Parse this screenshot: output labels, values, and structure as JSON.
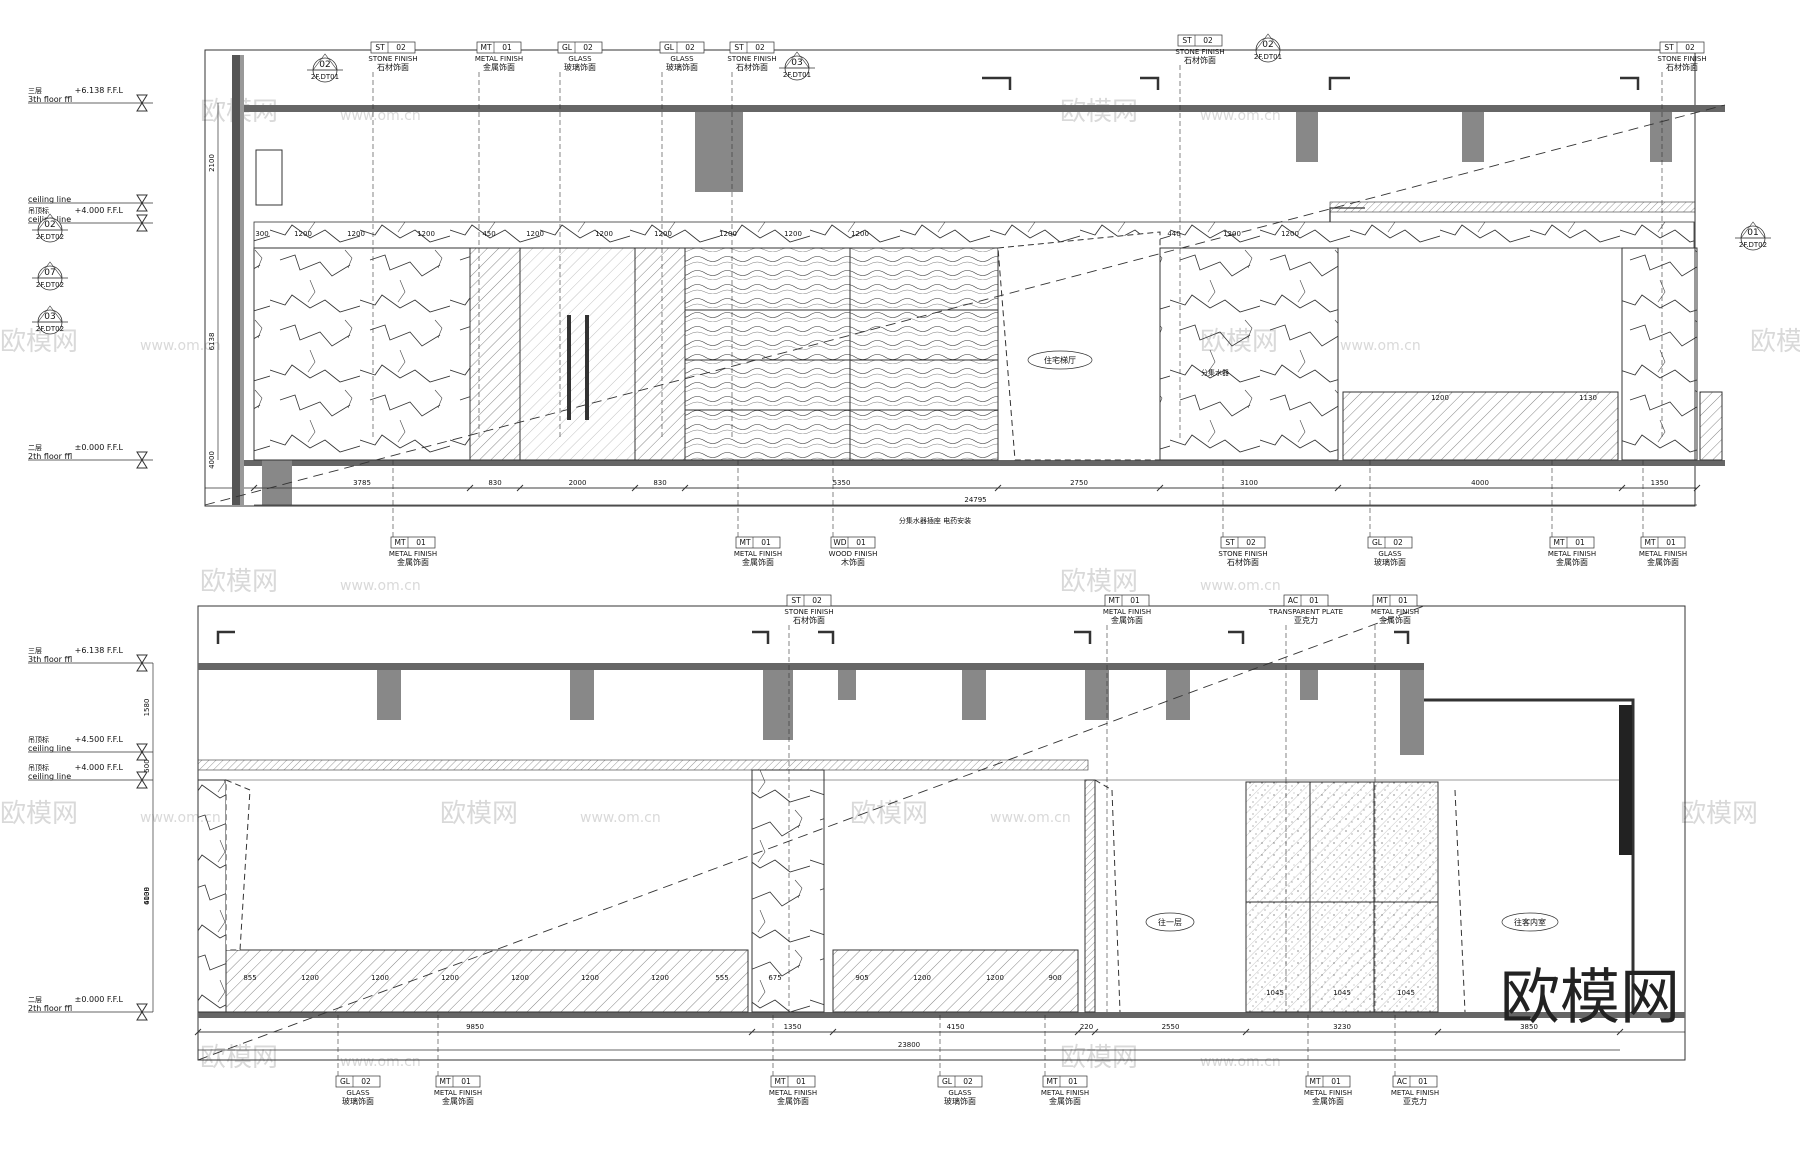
{
  "watermark": {
    "brand": "欧模网",
    "url": "www.om.cn",
    "corner": "欧模网"
  },
  "top": {
    "levels": [
      {
        "cn": "三层",
        "en": "3th floor ffl",
        "value": "+6.138 F.F.L"
      },
      {
        "cn": "",
        "en": "ceiling line",
        "value": ""
      },
      {
        "cn": "吊顶标",
        "en": "ceiling line",
        "value": "+4.000 F.F.L"
      },
      {
        "cn": "二层",
        "en": "2th floor ffl",
        "value": "±0.000 F.F.L"
      }
    ],
    "sections": [
      {
        "num": "02",
        "sheet": "2F.DT02"
      },
      {
        "num": "07",
        "sheet": "2F.DT02"
      },
      {
        "num": "03",
        "sheet": "2F.DT02"
      },
      {
        "num": "02",
        "sheet": "2F.DT01"
      },
      {
        "num": "03",
        "sheet": "2F.DT01"
      },
      {
        "num": "02",
        "sheet": "2F.DT01"
      },
      {
        "num": "01",
        "sheet": "2F.DT02"
      }
    ],
    "vdims": [
      "2100",
      "6138",
      "4000"
    ],
    "tags_top": [
      {
        "code": "ST",
        "no": "02",
        "en": "STONE FINISH",
        "cn": "石材饰面"
      },
      {
        "code": "MT",
        "no": "01",
        "en": "METAL FINISH",
        "cn": "金属饰面"
      },
      {
        "code": "GL",
        "no": "02",
        "en": "GLASS",
        "cn": "玻璃饰面"
      },
      {
        "code": "GL",
        "no": "02",
        "en": "GLASS",
        "cn": "玻璃饰面"
      },
      {
        "code": "ST",
        "no": "02",
        "en": "STONE FINISH",
        "cn": "石材饰面"
      },
      {
        "code": "ST",
        "no": "02",
        "en": "STONE FINISH",
        "cn": "石材饰面"
      },
      {
        "code": "ST",
        "no": "02",
        "en": "STONE FINISH",
        "cn": "石材饰面"
      }
    ],
    "tags_bottom": [
      {
        "code": "MT",
        "no": "01",
        "en": "METAL FINISH",
        "cn": "金属饰面"
      },
      {
        "code": "MT",
        "no": "01",
        "en": "METAL FINISH",
        "cn": "金属饰面"
      },
      {
        "code": "WD",
        "no": "01",
        "en": "WOOD FINISH",
        "cn": "木饰面"
      },
      {
        "code": "ST",
        "no": "02",
        "en": "STONE FINISH",
        "cn": "石材饰面"
      },
      {
        "code": "GL",
        "no": "02",
        "en": "GLASS",
        "cn": "玻璃饰面"
      },
      {
        "code": "MT",
        "no": "01",
        "en": "METAL FINISH",
        "cn": "金属饰面"
      },
      {
        "code": "MT",
        "no": "01",
        "en": "METAL FINISH",
        "cn": "金属饰面"
      }
    ],
    "dims": [
      "3785",
      "830",
      "2000",
      "830",
      "5350",
      "2750",
      "3100",
      "4000",
      "1350"
    ],
    "total": "24795",
    "notes": [
      "分集水器插座\n电药安装",
      "分集水器插座\n电药安装"
    ],
    "rooms": [
      "住宅梯厅",
      "分集水器"
    ],
    "panel_dims": [
      "300",
      "1200",
      "1200",
      "1200",
      "450",
      "1200",
      "1200",
      "1200",
      "1200",
      "1200",
      "1200",
      "440",
      "1200",
      "1200",
      "1200",
      "1130"
    ]
  },
  "bottom": {
    "levels": [
      {
        "cn": "三层",
        "en": "3th floor ffl",
        "value": "+6.138 F.F.L"
      },
      {
        "cn": "吊顶标",
        "en": "ceiling line",
        "value": "+4.500 F.F.L"
      },
      {
        "cn": "吊顶标",
        "en": "ceiling line",
        "value": "+4.000 F.F.L"
      },
      {
        "cn": "二层",
        "en": "2th floor ffl",
        "value": "±0.000 F.F.L"
      }
    ],
    "vdims": [
      "1580",
      "500",
      "6138",
      "4000"
    ],
    "tags_top": [
      {
        "code": "ST",
        "no": "02",
        "en": "STONE FINISH",
        "cn": "石材饰面"
      },
      {
        "code": "MT",
        "no": "01",
        "en": "METAL FINISH",
        "cn": "金属饰面"
      },
      {
        "code": "AC",
        "no": "01",
        "en": "TRANSPARENT PLATE",
        "cn": "亚克力"
      },
      {
        "code": "MT",
        "no": "01",
        "en": "METAL FINISH",
        "cn": "金属饰面"
      }
    ],
    "tags_bottom": [
      {
        "code": "GL",
        "no": "02",
        "en": "GLASS",
        "cn": "玻璃饰面"
      },
      {
        "code": "MT",
        "no": "01",
        "en": "METAL FINISH",
        "cn": "金属饰面"
      },
      {
        "code": "MT",
        "no": "01",
        "en": "METAL FINISH",
        "cn": "金属饰面"
      },
      {
        "code": "GL",
        "no": "02",
        "en": "GLASS",
        "cn": "玻璃饰面"
      },
      {
        "code": "MT",
        "no": "01",
        "en": "METAL FINISH",
        "cn": "金属饰面"
      },
      {
        "code": "MT",
        "no": "01",
        "en": "METAL FINISH",
        "cn": "金属饰面"
      },
      {
        "code": "AC",
        "no": "01",
        "en": "METAL FINISH",
        "cn": "亚克力"
      }
    ],
    "dims": [
      "9850",
      "1350",
      "4150",
      "220",
      "2550",
      "3230",
      "3850"
    ],
    "total": "23800",
    "rooms": [
      "往一层",
      "往客内室"
    ],
    "panel_dims": [
      "855",
      "1200",
      "1200",
      "1200",
      "1200",
      "1200",
      "1200",
      "555",
      "675",
      "905",
      "1200",
      "1200",
      "900",
      "1045",
      "1045",
      "1045"
    ]
  }
}
